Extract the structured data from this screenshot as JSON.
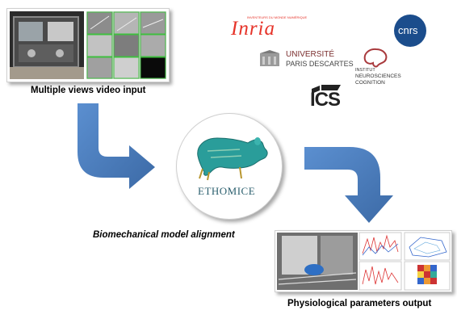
{
  "captions": {
    "input": "Multiple views video input",
    "alignment": "Biomechanical model alignment",
    "output": "Physiological parameters output"
  },
  "center_label": "ETHOMICE",
  "logos": {
    "inria": {
      "tagline": "INVENTEURS DU MONDE NUMÉRIQUE",
      "name": "Inria"
    },
    "cnrs": "cnrs",
    "univ": {
      "line1": "UNIVERSITÉ",
      "line2": "PARIS DESCARTES"
    },
    "inc": {
      "line1": "INSTITUT",
      "line1b": "NEUROSCIENCES",
      "line2": "COGNITION"
    },
    "ics": "ICS"
  },
  "colors": {
    "arrow": "#4f81bd",
    "arrow_dark": "#3c6aa6",
    "inria_red": "#e63329",
    "cnrs_blue": "#1b4d8c",
    "inc_red": "#a93a3d",
    "mouse_teal": "#2a9d9a",
    "ethomice_text": "#2b5f6e"
  },
  "icons": [
    "arrow-down-right",
    "arrow-right-down",
    "mouse-model",
    "ics-logo"
  ]
}
